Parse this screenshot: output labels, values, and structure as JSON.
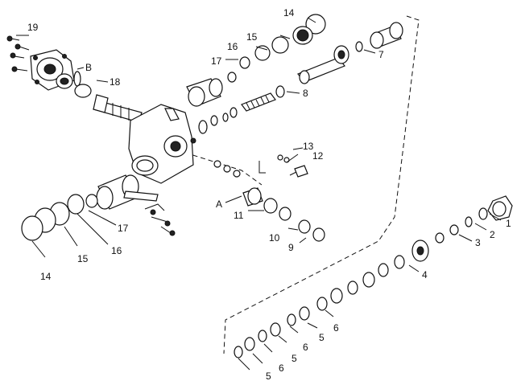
{
  "diagram": {
    "callouts": [
      {
        "id": "c1",
        "text": "1"
      },
      {
        "id": "c2",
        "text": "2"
      },
      {
        "id": "c3",
        "text": "3"
      },
      {
        "id": "c4",
        "text": "4"
      },
      {
        "id": "c5a",
        "text": "5"
      },
      {
        "id": "c5b",
        "text": "5"
      },
      {
        "id": "c5c",
        "text": "5"
      },
      {
        "id": "c6a",
        "text": "6"
      },
      {
        "id": "c6b",
        "text": "6"
      },
      {
        "id": "c6c",
        "text": "6"
      },
      {
        "id": "c7",
        "text": "7"
      },
      {
        "id": "c8",
        "text": "8"
      },
      {
        "id": "c9",
        "text": "9"
      },
      {
        "id": "c10",
        "text": "10"
      },
      {
        "id": "c11",
        "text": "11"
      },
      {
        "id": "c12",
        "text": "12"
      },
      {
        "id": "c13",
        "text": "13"
      },
      {
        "id": "c14a",
        "text": "14"
      },
      {
        "id": "c14b",
        "text": "14"
      },
      {
        "id": "c15a",
        "text": "15"
      },
      {
        "id": "c15b",
        "text": "15"
      },
      {
        "id": "c16a",
        "text": "16"
      },
      {
        "id": "c16b",
        "text": "16"
      },
      {
        "id": "c17a",
        "text": "17"
      },
      {
        "id": "c17b",
        "text": "17"
      },
      {
        "id": "c18",
        "text": "18"
      },
      {
        "id": "c19",
        "text": "19"
      },
      {
        "id": "cA",
        "text": "A"
      },
      {
        "id": "cB",
        "text": "B"
      }
    ]
  }
}
